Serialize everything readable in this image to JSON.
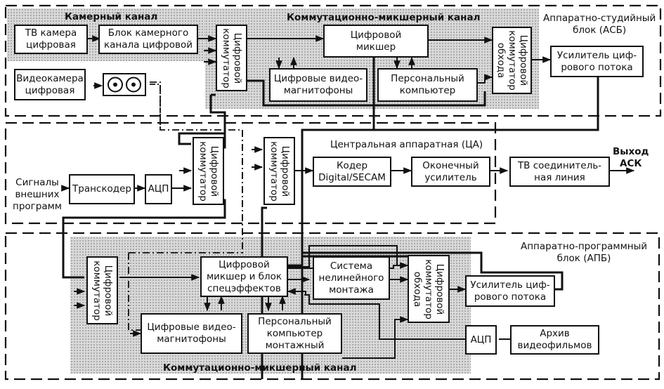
{
  "diagram": {
    "regions": {
      "asb": "Аппаратно-студийный\nблок (АСБ)",
      "ca": "Центральная аппаратная (ЦА)",
      "apb": "Аппаратно-программный\nблок (АПБ)",
      "camera_channel": "Камерный канал",
      "mixing_channel_top": "Коммутационно-микшерный канал",
      "mixing_channel_bottom": "Коммутационно-микшерный канал"
    },
    "blocks": {
      "tv_camera": "ТВ камера\nцифровая",
      "camera_channel_unit": "Блок камерного\nканала цифровой",
      "videocamera": "Видеокамера\nцифровая",
      "switch_top": "Цифровой\nкоммутатор",
      "digital_mixer": "Цифровой\nмикшер",
      "vtr_top": "Цифровые видео-\nмагнитофоны",
      "pc_top": "Персональный\nкомпьютер",
      "bypass_switch_top": "Цифровой\nкоммутатор\nобхода",
      "amp_top": "Усилитель циф-\nрового потока",
      "transcoder": "Транскодер",
      "adc_mid": "АЦП",
      "switch_mid_left": "Цифровой\nкоммутатор",
      "switch_mid_right": "Цифровой\nкоммутатор",
      "encoder": "Кодер\nDigital/SECAM",
      "final_amp": "Оконечный\nусилитель",
      "tv_line": "ТВ соединитель-\nная линия",
      "switch_bottom": "Цифровой\nкоммутатор",
      "mixer_effects": "Цифровой\nмикшер и блок\nспецэффектов",
      "nle": "Система\nнелинейного\nмонтажа",
      "bypass_switch_bottom": "Цифровой\nкоммутатор\nобхода",
      "amp_bottom": "Усилитель циф-\nрового потока",
      "vtr_bottom": "Цифровые видео-\nмагнитофоны",
      "pc_bottom": "Персональный\nкомпьютер\nмонтажный",
      "adc_bottom": "АЦП",
      "archive": "Архив\nвидеофильмов"
    },
    "labels": {
      "external_signals": "Сигналы\nвнешних\nпрограмм",
      "output": "Выход\nАСК"
    },
    "icons": {
      "cassette": "videocassette-icon"
    }
  }
}
